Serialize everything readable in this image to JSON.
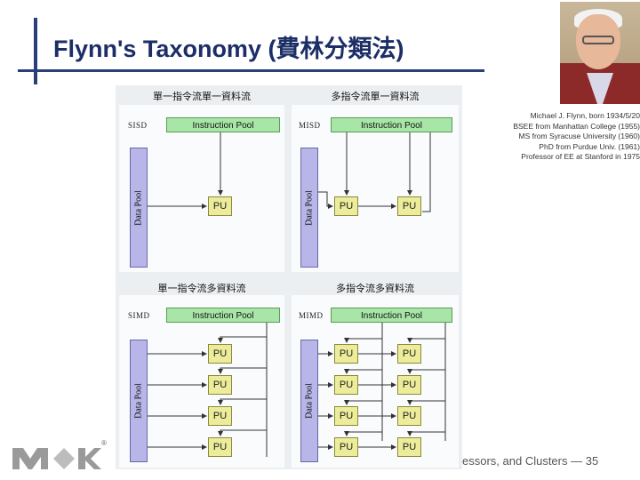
{
  "slide": {
    "title": "Flynn's Taxonomy (費林分類法)",
    "footer": "essors, and Clusters — 35",
    "bio_lines": [
      "Michael J. Flynn, born 1934/5/20",
      "BSEE from Manhattan College (1955)",
      "MS from Syracuse University (1960)",
      "PhD from Purdue Univ. (1961)",
      "Professor of EE at Stanford in 1975"
    ]
  },
  "diagram": {
    "instruction_pool": "Instruction Pool",
    "data_pool": "Data Pool",
    "pu": "PU",
    "quadrants": [
      {
        "header": "單一指令流單一資料流",
        "label": "SISD"
      },
      {
        "header": "多指令流單一資料流",
        "label": "MISD"
      },
      {
        "header": "單一指令流多資料流",
        "label": "SIMD"
      },
      {
        "header": "多指令流多資料流",
        "label": "MIMD"
      }
    ]
  },
  "colors": {
    "title": "#1c2e66",
    "accent_bar": "#2a3f7a",
    "instruction_pool": "#a8e6a8",
    "data_pool": "#b8b6e8",
    "pu": "#ecec9a"
  }
}
